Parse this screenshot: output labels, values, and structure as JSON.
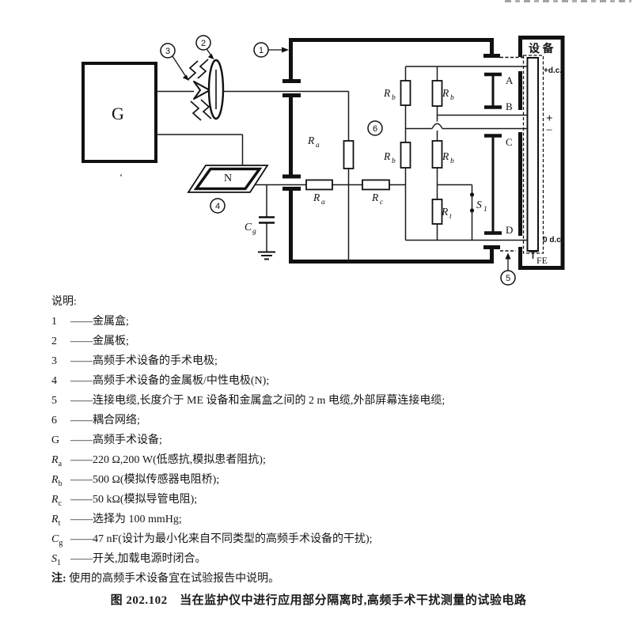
{
  "diagram": {
    "generator_label": "G",
    "neutral_label": "N",
    "equipment_label": "设 备",
    "callouts": {
      "c1": "1",
      "c2": "2",
      "c3": "3",
      "c4": "4",
      "c5": "5",
      "c6": "6"
    },
    "terminals": {
      "a": "A",
      "b": "B",
      "c": "C",
      "d": "D"
    },
    "power": {
      "pdc": "+d.c.",
      "plus": "+",
      "minus": "−",
      "zdc": "0 d.c.",
      "fe": "FE"
    },
    "components": {
      "r": "R",
      "c": "C",
      "s": "S",
      "sub_a": "a",
      "sub_b": "b",
      "sub_c": "c",
      "sub_t": "t",
      "sub_g": "g",
      "sub_1": "1"
    }
  },
  "legend": {
    "heading": "说明:",
    "items": [
      {
        "sym": "1",
        "sub": "",
        "text": "——金属盒;"
      },
      {
        "sym": "2",
        "sub": "",
        "text": "——金属板;"
      },
      {
        "sym": "3",
        "sub": "",
        "text": "——高频手术设备的手术电极;"
      },
      {
        "sym": "4",
        "sub": "",
        "text": "——高频手术设备的金属板/中性电极(N);"
      },
      {
        "sym": "5",
        "sub": "",
        "text": "——连接电缆,长度介于 ME 设备和金属盒之间的 2 m 电缆,外部屏幕连接电缆;"
      },
      {
        "sym": "6",
        "sub": "",
        "text": "——耦合网络;"
      },
      {
        "sym": "G",
        "sub": "",
        "text": "——高频手术设备;"
      },
      {
        "sym": "R",
        "sub": "a",
        "text": "——220 Ω,200 W(低感抗,模拟患者阻抗);"
      },
      {
        "sym": "R",
        "sub": "b",
        "text": "——500 Ω(模拟传感器电阻桥);"
      },
      {
        "sym": "R",
        "sub": "c",
        "text": "——50 kΩ(模拟导管电阻);"
      },
      {
        "sym": "R",
        "sub": "t",
        "text": "——选择为 100 mmHg;"
      },
      {
        "sym": "C",
        "sub": "g",
        "text": "——47 nF(设计为最小化来自不同类型的高频手术设备的干扰);"
      },
      {
        "sym": "S",
        "sub": "1",
        "text": "——开关,加载电源时闭合。"
      }
    ],
    "note_label": "注:",
    "note_text": "使用的高频手术设备宜在试验报告中说明。"
  },
  "caption": "图 202.102　当在监护仪中进行应用部分隔离时,高频手术干扰测量的试验电路"
}
